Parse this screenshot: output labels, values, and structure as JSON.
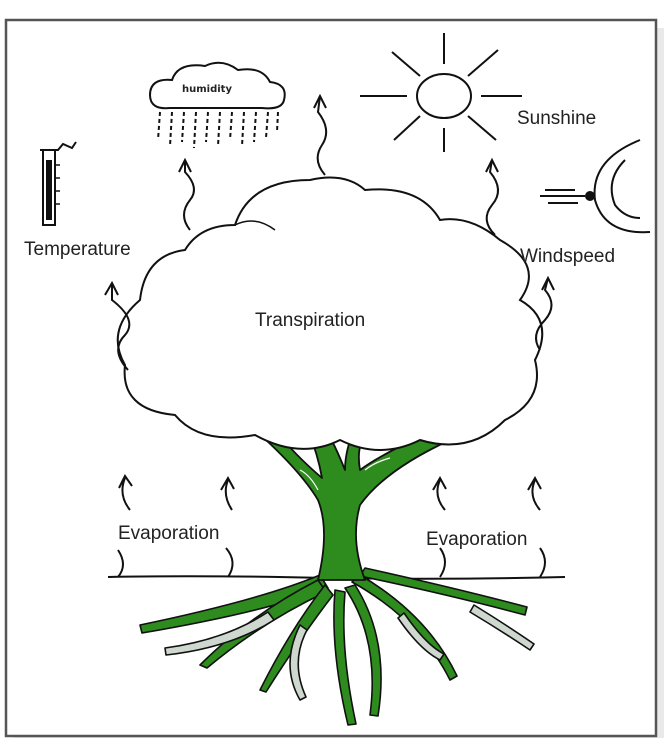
{
  "labels": {
    "humidity": "humidity",
    "sunshine": "Sunshine",
    "temperature": "Temperature",
    "windspeed": "Windspeed",
    "transpiration": "Transpiration",
    "evaporation_left": "Evaporation",
    "evaporation_right": "Evaporation"
  },
  "colors": {
    "trunk": "#2e8b1e",
    "line": "#111111",
    "frame": "#444444",
    "background": "#ffffff"
  }
}
